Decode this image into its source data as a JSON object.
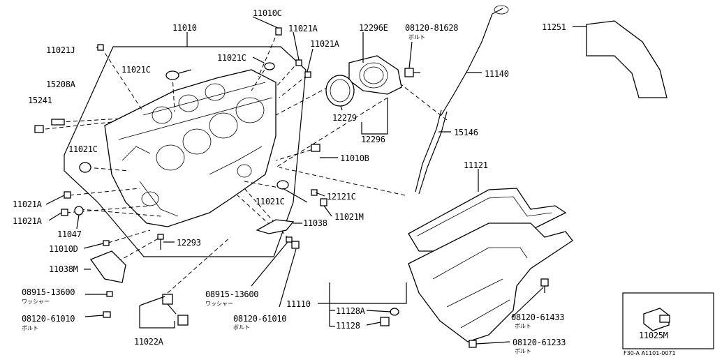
{
  "labels": {
    "p11010": "11010",
    "p11010C": "11010C",
    "p11021J": "11021J",
    "p11021C_top": "11021C",
    "p11021A_1": "11021A",
    "p11021A_2": "11021A",
    "p11021C_r": "11021C",
    "p12296E": "12296E",
    "p08120_81628": "08120-81628",
    "p11251": "11251",
    "p15208A": "15208A",
    "p15241": "15241",
    "p11140": "11140",
    "p12279": "12279",
    "p15146": "15146",
    "p12296": "12296",
    "p11021C_l": "11021C",
    "p11010B": "11010B",
    "p11121": "11121",
    "p11021C_b": "11021C",
    "p12121C": "12121C",
    "p11021A_l1": "11021A",
    "p11021M": "11021M",
    "p11021A_l2": "11021A",
    "p11047": "11047",
    "p11038": "11038",
    "p12293": "12293",
    "p11010D": "11010D",
    "p11038M": "11038M",
    "p08915_l": "08915-13600",
    "p08915_r": "08915-13600",
    "p11110": "11110",
    "p11128A": "11128A",
    "p11128": "11128",
    "p08120_61433": "08120-61433",
    "p08120_61010_l": "08120-61010",
    "p08120_61010_r": "08120-61010",
    "p11025M": "11025M",
    "p08120_61233": "08120-61233",
    "p11022A": "11022A"
  },
  "sublabels": {
    "bolt_1": "ボルト",
    "washer_l": "ワッシャー",
    "washer_r": "ワッシャー",
    "bolt_l": "ボルト",
    "bolt_r": "ボルト",
    "bolt_61433": "ボルト",
    "bolt_61233": "ボルト"
  },
  "inset": {
    "code": "F30-A A1101-0071"
  }
}
